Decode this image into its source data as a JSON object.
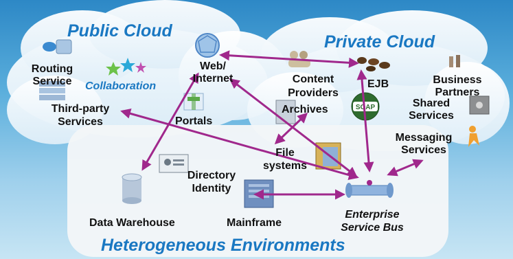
{
  "clouds": {
    "public_title": "Public Cloud",
    "private_title": "Private Cloud",
    "hetero_title": "Heterogeneous Environments"
  },
  "nodes": {
    "routing": "Routing Service",
    "collaboration": "Collaboration",
    "web": "Web/ Internet",
    "third_party": "Third-party Services",
    "portals": "Portals",
    "content": "Content Providers",
    "archives": "Archives",
    "ejb": "EJB",
    "business": "Business Partners",
    "shared": "Shared Services",
    "soap": "SOAP",
    "messaging": "Messaging Services",
    "file": "File systems",
    "directory": "Directory Identity",
    "data_warehouse": "Data Warehouse",
    "mainframe": "Mainframe",
    "esb": "Enterprise Service Bus"
  },
  "colors": {
    "arrow": "#a0288c",
    "title": "#1a78c2"
  },
  "icons": [
    "routing-icon",
    "collaboration-icon",
    "web-globe-icon",
    "third-party-icon",
    "portals-icon",
    "content-providers-icon",
    "archives-icon",
    "coffee-beans-icon",
    "business-partners-icon",
    "soap-icon",
    "shared-services-icon",
    "messaging-icon",
    "file-system-icon",
    "directory-card-icon",
    "database-icon",
    "mainframe-icon",
    "esb-pipe-icon"
  ]
}
